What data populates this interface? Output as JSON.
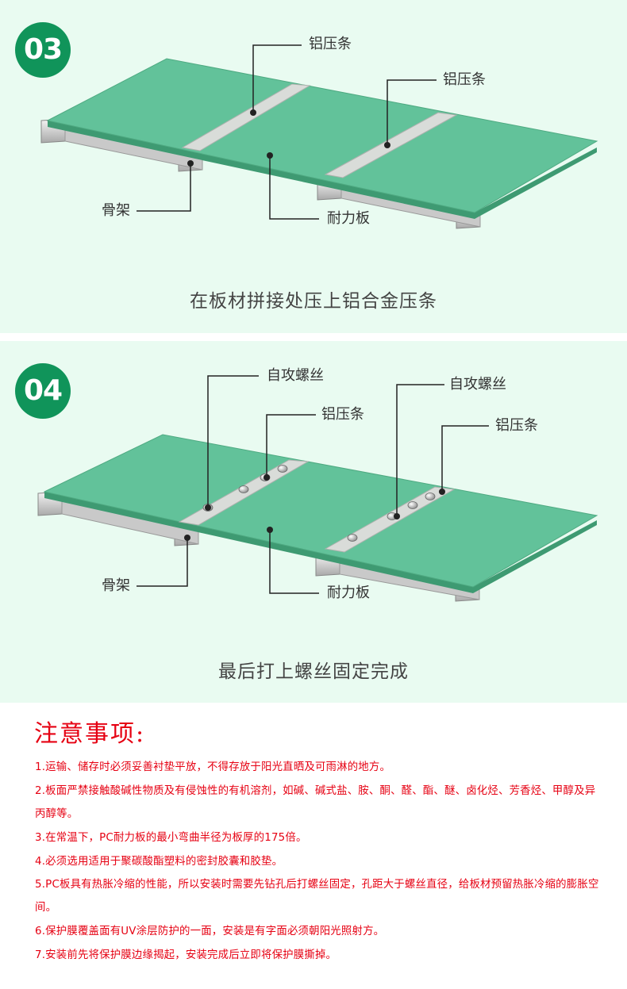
{
  "step3": {
    "badge": "03",
    "labels": {
      "strip_left": "铝压条",
      "strip_right": "铝压条",
      "frame": "骨架",
      "board": "耐力板"
    },
    "caption": "在板材拼接处压上铝合金压条"
  },
  "step4": {
    "badge": "04",
    "labels": {
      "screw_left": "自攻螺丝",
      "strip_left": "铝压条",
      "screw_right": "自攻螺丝",
      "strip_right": "铝压条",
      "frame": "骨架",
      "board": "耐力板"
    },
    "caption": "最后打上螺丝固定完成"
  },
  "notes": {
    "title": "注意事项:",
    "items": [
      "1.运输、储存时必须妥善衬垫平放，不得存放于阳光直晒及可雨淋的地方。",
      "2.板面严禁接触酸碱性物质及有侵蚀性的有机溶剂，如碱、碱式盐、胺、酮、醛、酯、醚、卤化烃、芳香烃、甲醇及异丙醇等。",
      "3.在常温下，PC耐力板的最小弯曲半径为板厚的175倍。",
      "4.必须选用适用于聚碳酸酯塑料的密封胶囊和胶垫。",
      "5.PC板具有热胀冷缩的性能，所以安装时需要先钻孔后打螺丝固定，孔距大于螺丝直径，给板材预留热胀冷缩的膨胀空间。",
      "6.保护膜覆盖面有UV涂层防护的一面，安装是有字面必须朝阳光照射方。",
      "7.安装前先将保护膜边缘揭起，安装完成后立即将保护膜撕掉。"
    ]
  },
  "colors": {
    "panel_bg": "#e9fbf1",
    "badge": "#10945a",
    "board_top": "#62c29a",
    "board_edge": "#3e9a72",
    "strip": "#d9dcd9",
    "notes_text": "#e60012"
  }
}
